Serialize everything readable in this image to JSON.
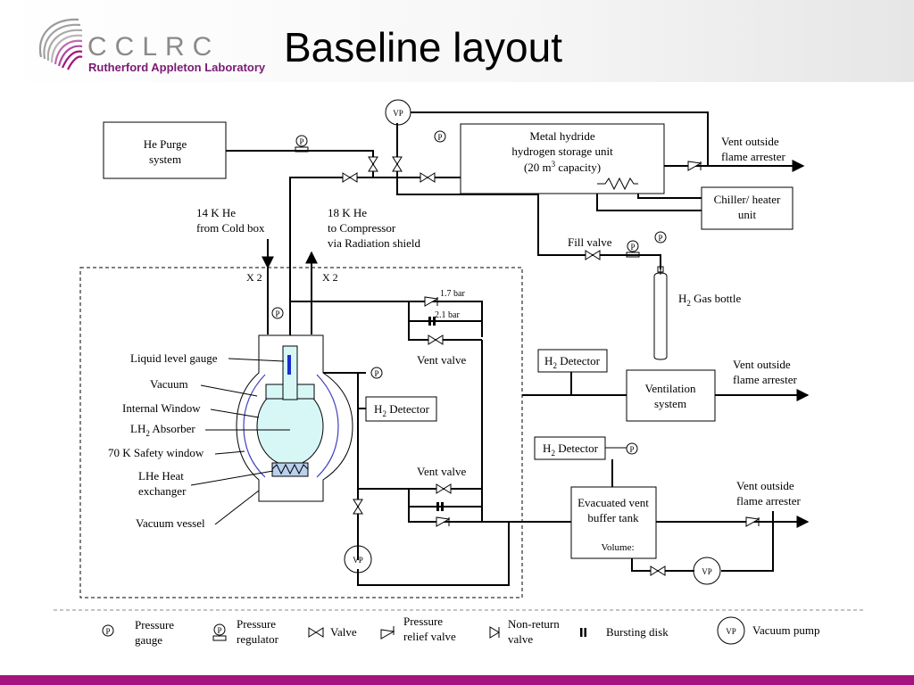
{
  "header": {
    "logo_text": "CCLRC",
    "logo_subtitle": "Rutherford Appleton Laboratory",
    "title": "Baseline layout"
  },
  "symbols": {
    "pressure_gauge": "P",
    "vacuum_pump": "VP"
  },
  "labels": {
    "he_purge_1": "He  Purge",
    "he_purge_2": "system",
    "mh_1": "Metal hydride",
    "mh_2": "hydrogen storage unit",
    "mh_3a": "(20 m",
    "mh_3sup": "3",
    "mh_3b": " capacity)",
    "vent_outside_1": "Vent outside",
    "flame_arrester": "flame arrester",
    "chiller_1": "Chiller/ heater",
    "chiller_2": "unit",
    "he14_1": "14 K He",
    "he14_2": "from Cold box",
    "he18_1": "18 K He",
    "he18_2": "to Compressor",
    "he18_3": "via Radiation shield",
    "fill_valve": "Fill valve",
    "h2_bottle_a": "H",
    "h2_bottle_sub": "2",
    "h2_bottle_b": " Gas bottle",
    "x2": "X 2",
    "bar17": "1.7 bar",
    "bar21": "2.1 bar",
    "vent_valve": "Vent valve",
    "liquid_level": "Liquid level gauge",
    "vacuum": "Vacuum",
    "internal_window": "Internal Window",
    "lh2_a": "LH",
    "lh2_sub": "2",
    "lh2_b": " Absorber",
    "safety_window": "70 K Safety window",
    "lhe_1": "LHe Heat",
    "lhe_2": "exchanger",
    "vacuum_vessel": "Vacuum vessel",
    "h2_det_a": "H",
    "h2_det_sub": "2",
    "h2_det_b": " Detector",
    "ventilation_1": "Ventilation",
    "ventilation_2": "system",
    "evac_1": "Evacuated vent",
    "evac_2": "buffer tank",
    "volume": "Volume:"
  },
  "legend": {
    "pressure_gauge_1": "Pressure",
    "pressure_gauge_2": "gauge",
    "pressure_reg_1": "Pressure",
    "pressure_reg_2": "regulator",
    "valve": "Valve",
    "relief_1": "Pressure",
    "relief_2": "relief valve",
    "nonreturn_1": "Non-return",
    "nonreturn_2": "valve",
    "bursting": "Bursting disk",
    "vacuum_pump": "Vacuum pump"
  },
  "colors": {
    "accent": "#a3147f",
    "logo_purple": "#7a1a74",
    "absorber_fill": "#d7f7f7",
    "vessel_outline": "#4040c0",
    "gauge_bar": "#1c2ccc"
  }
}
